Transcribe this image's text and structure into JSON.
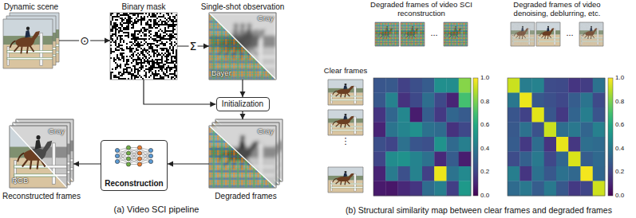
{
  "diagram": {
    "nodes": [
      {
        "text": [
          "Dynamic scene"
        ]
      },
      {
        "text": [
          "Binary mask"
        ]
      },
      {
        "text": [
          "Single-shot observation",
          "Gray",
          "Bayer"
        ]
      },
      {
        "text": [
          "Initialization"
        ]
      },
      {
        "text": [
          "Degraded frames",
          "Gray"
        ]
      },
      {
        "text": [
          "Reconstruction"
        ]
      },
      {
        "text": [
          "Reconstructed frames",
          "Gray",
          "RGB"
        ]
      }
    ],
    "edges": [
      {
        "from": 0,
        "to": 1,
        "arrow": "to",
        "label": "⊙"
      },
      {
        "from": 1,
        "to": 2,
        "arrow": "to",
        "label": "Σ"
      },
      {
        "from": 2,
        "to": 3,
        "arrow": "to"
      },
      {
        "from": 1,
        "to": 3,
        "arrow": "to"
      },
      {
        "from": 3,
        "to": 4,
        "arrow": "to"
      },
      {
        "from": 4,
        "to": 5,
        "arrow": "to"
      },
      {
        "from": 5,
        "to": 6,
        "arrow": "to"
      }
    ],
    "labels": [
      "(a) Video SCI pipeline",
      "(b) Structural similarity map between clear frames and degraded frames",
      "Degraded frames of video SCI reconstruction",
      "Degraded frames of video denoising, deblurring, etc.",
      "Clear frames",
      "...",
      "...",
      "⋮",
      "1.0",
      "0.8",
      "0.6",
      "0.4",
      "0.2",
      "0.0",
      "1.0",
      "0.8",
      "0.6",
      "0.4",
      "0.2",
      "0.0"
    ]
  }
}
